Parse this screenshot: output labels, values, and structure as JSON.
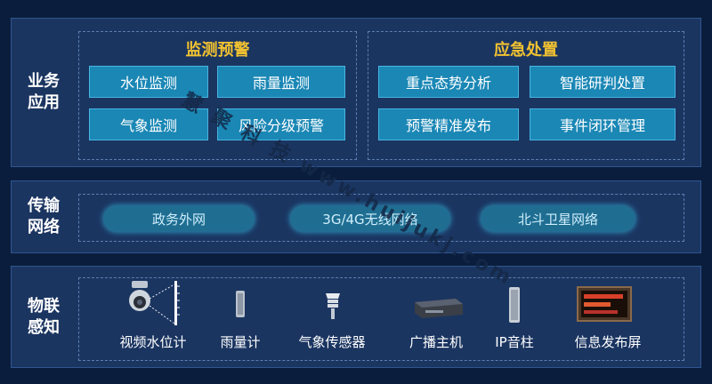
{
  "layers": [
    {
      "label": "业务\n应用"
    },
    {
      "label": "传输\n网络"
    },
    {
      "label": "物联\n感知"
    }
  ],
  "business": {
    "panels": [
      {
        "title": "监测预警",
        "items": [
          "水位监测",
          "雨量监测",
          "气象监测",
          "风险分级预警"
        ]
      },
      {
        "title": "应急处置",
        "items": [
          "重点态势分析",
          "智能研判处置",
          "预警精准发布",
          "事件闭环管理"
        ]
      }
    ]
  },
  "network": {
    "items": [
      "政务外网",
      "3G/4G无线网络",
      "北斗卫星网络"
    ]
  },
  "sensing": {
    "devices": [
      {
        "label": "视频水位计",
        "icon": "camera-gauge-icon"
      },
      {
        "label": "雨量计",
        "icon": "rain-gauge-icon"
      },
      {
        "label": "气象传感器",
        "icon": "weather-sensor-icon"
      },
      {
        "label": "广播主机",
        "icon": "broadcast-host-icon"
      },
      {
        "label": "IP音柱",
        "icon": "ip-speaker-icon"
      },
      {
        "label": "信息发布屏",
        "icon": "led-screen-icon"
      }
    ]
  },
  "watermark": "慧 聚 科 技 www.huijukj.com",
  "colors": {
    "background": "#0a1d3c",
    "section": "#1b3561",
    "tile": "#1a87b5",
    "title": "#f2c230"
  }
}
